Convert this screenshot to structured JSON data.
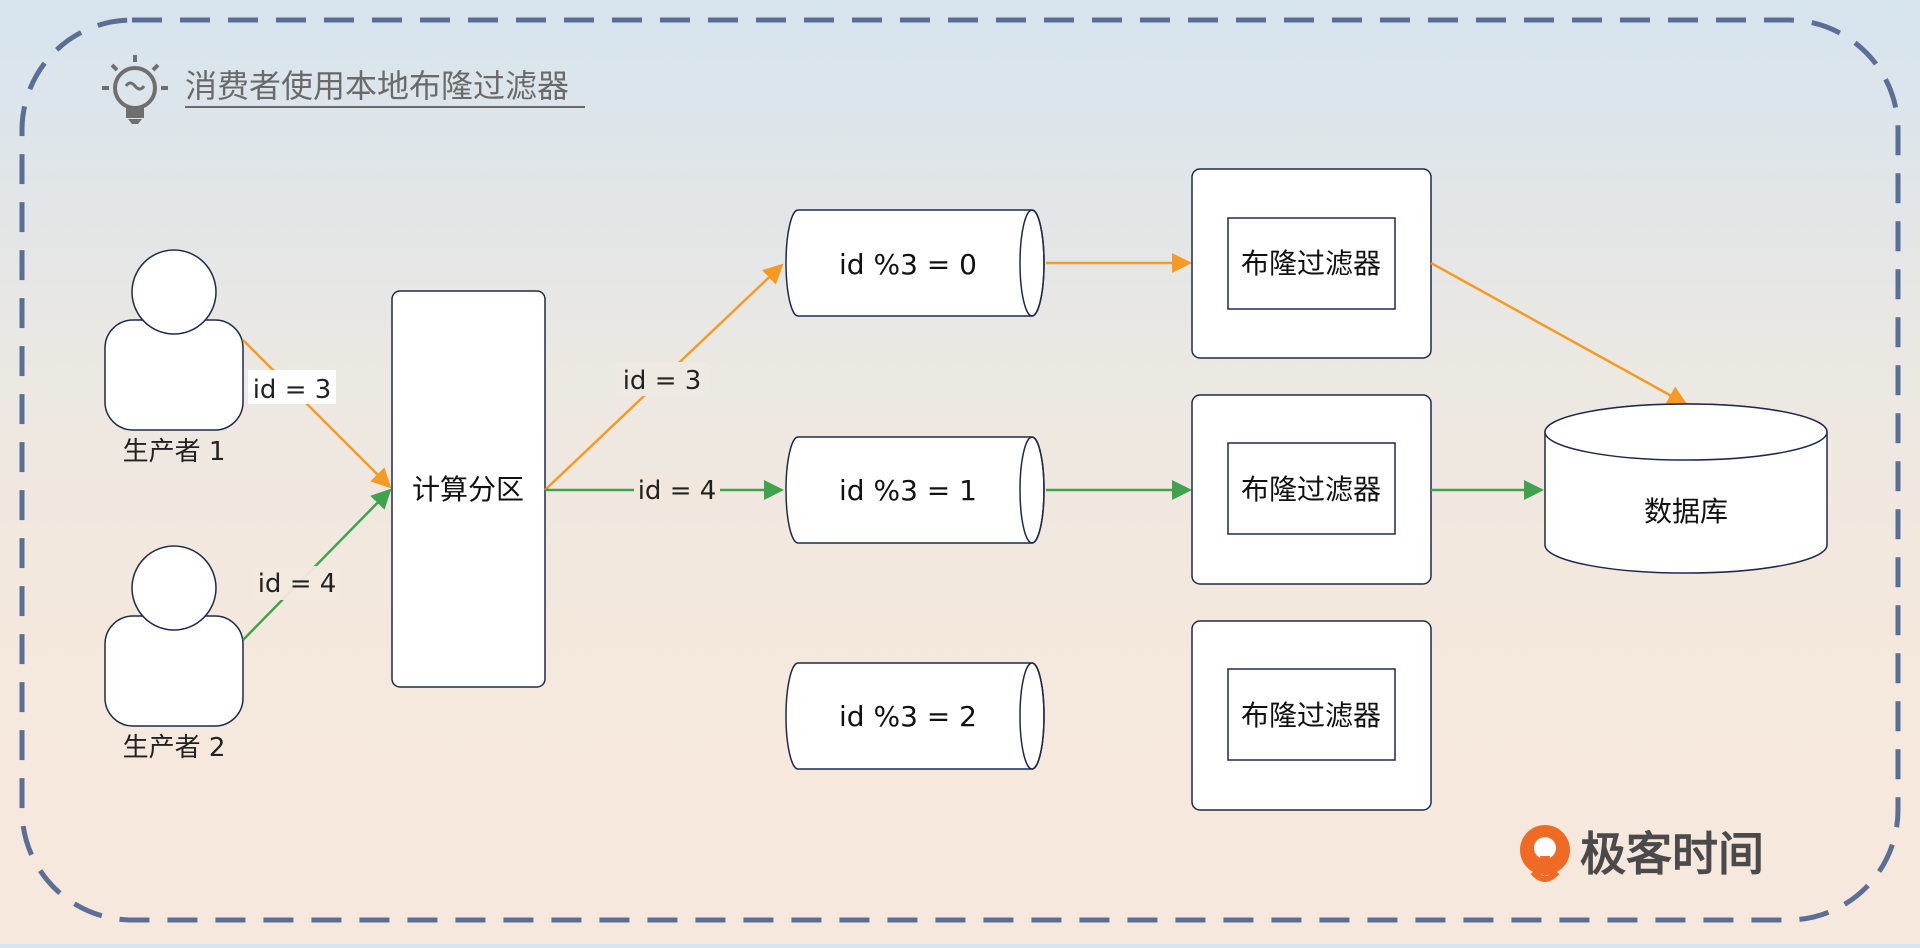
{
  "title": "消费者使用本地布隆过滤器",
  "brand": {
    "name": "极客时间",
    "color": "#ef6a24"
  },
  "colors": {
    "orange": "#f59a23",
    "green": "#3fa34d",
    "border": "#5a6e96",
    "stroke": "#1f2a4a"
  },
  "icons": {
    "title_icon": "lightbulb-icon",
    "brand_icon": "geektime-logo-icon"
  },
  "producers": [
    {
      "label": "生产者 1"
    },
    {
      "label": "生产者 2"
    }
  ],
  "partitioner": {
    "label": "计算分区"
  },
  "edge_labels": {
    "p1": "id = 3",
    "p2": "id = 4",
    "to_p0": "id = 3",
    "to_p1": "id = 4"
  },
  "partitions": [
    {
      "label": "id %3 = 0"
    },
    {
      "label": "id %3 = 1"
    },
    {
      "label": "id %3 = 2"
    }
  ],
  "filters": [
    {
      "label": "布隆过滤器"
    },
    {
      "label": "布隆过滤器"
    },
    {
      "label": "布隆过滤器"
    }
  ],
  "database": {
    "label": "数据库"
  }
}
